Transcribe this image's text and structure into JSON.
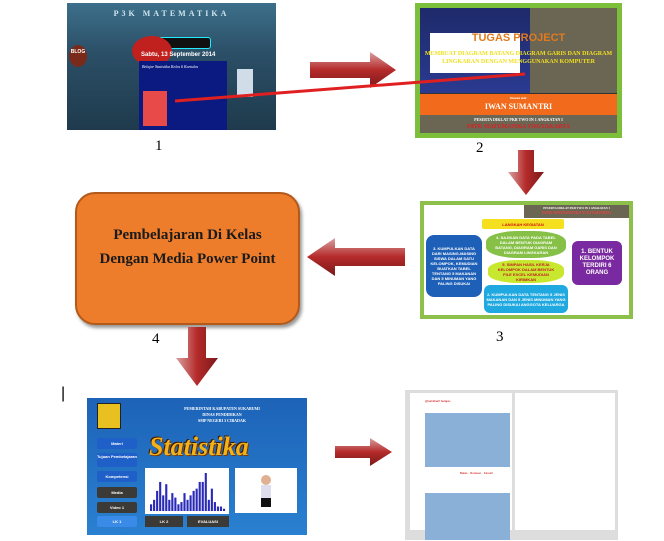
{
  "steps": {
    "step1": {
      "number": "1",
      "blog_title": "P3K MATEMATIKA",
      "date": "Sabtu, 13 September 2014",
      "post_title": "Belajar Statistika Kelas 6 Kartulas",
      "blog_badge": "BLOG"
    },
    "step2": {
      "number": "2",
      "title": "TUGAS PROJECT",
      "subtitle": "MEMBUAT DIAGRAM BATANG DIAGRAM GARIS DAN DIAGRAM LINGKARAN DENGAN MENGGUNAKAN KOMPUTER",
      "by_label": "Disusun oleh:",
      "author": "IWAN SUMANTRI",
      "participant": "PESERTA DIKLAT PKB TWO IN 1 ANGKATAN I",
      "institution": "P4TK MATEMATIKA YOGYAKARTA"
    },
    "step3": {
      "number": "3",
      "header": "PESERTA DIKLAT PKB TWO IN 1 ANGKATAN I",
      "header_org": "P4TK MATEMATIKA YOGYAKARTA",
      "title": "LANGKAH KEGIATAN",
      "items": [
        "1. BENTUK KELOMPOK TERDIRI 6 ORANG",
        "2. KUMPULKAN DATA TENTANG 5 JENIS MAKANAN DAN 5 JENIS MINUMAN YANG PALING DISUKAI ANGGOTA KELUARGA",
        "3. KUMPULKAN DATA DARI MASING-MASING SISWA DALAM SATU KELOMPOK, KEMUDIAN BUATKAN TABEL TENTANG 5 MAKANAN DAN 5 MINUMAN YANG PALING DISUKAI",
        "4. SAJIKAN DATA PADA TABEL DALAM BENTUK DIAGRAM BATANG, DIAGRAM GARIS DAN DIAGRAM LINGKARAN",
        "5. SIMPAN HASIL KERJA KELOMPOK DALAM BENTUK FILE EXCEL KEMUDIAN KIRIMKAN"
      ]
    },
    "step4": {
      "number": "4",
      "text_line1": "Pembelajaran Di Kelas",
      "text_line2": "Dengan Media Power Point"
    },
    "step5": {
      "gov": [
        "PEMERINTAH KABUPATEN SUKABUMI",
        "DINAS PENDIDIKAN",
        "SMP NEGERI 3 CIBADAK"
      ],
      "title": "Statistika",
      "menu": [
        "Materi",
        "Tujuan Pembelajaran",
        "Kompetensi",
        "Media",
        "Video 1",
        "LK 1"
      ],
      "bottom": [
        "LK 2",
        "EVALUASI"
      ],
      "chart_values": [
        3,
        5,
        9,
        13,
        7,
        12,
        5,
        8,
        6,
        3,
        4,
        8,
        5,
        7,
        9,
        10,
        13,
        13,
        17,
        5,
        10,
        4,
        2,
        2,
        1
      ]
    },
    "step6": {
      "tweet_text": "@sahidiarif belajar...",
      "actions": "Balas · Retweet · Favorit"
    }
  },
  "colors": {
    "arrow": "#b52a2a",
    "orange_box": "#ee7d2b",
    "frame_green": "#7bbf3a"
  }
}
